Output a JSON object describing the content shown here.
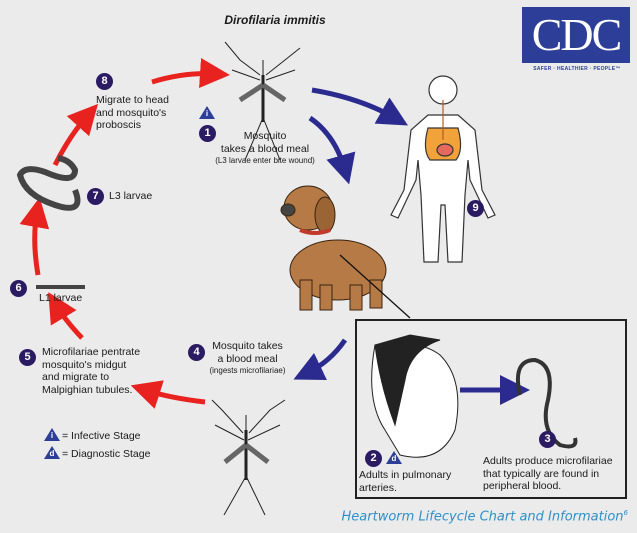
{
  "title": "Dirofilaria immitis",
  "logo": {
    "text": "CDC",
    "tagline": "SAFER · HEALTHIER · PEOPLE™"
  },
  "stages": [
    {
      "num": "1",
      "lines": [
        "Mosquito",
        "takes a blood meal"
      ],
      "note": "(L3 larvae enter bite wound)"
    },
    {
      "num": "2",
      "lines": [
        "Adults in pulmonary",
        "arteries."
      ]
    },
    {
      "num": "3",
      "lines": [
        "Adults produce microfilariae",
        "that typically are found in",
        "peripheral blood."
      ]
    },
    {
      "num": "4",
      "lines": [
        "Mosquito takes",
        "a blood meal"
      ],
      "note": "(ingests microfilariae)"
    },
    {
      "num": "5",
      "lines": [
        "Microfilariae pentrate",
        "mosquito's midgut",
        "and migrate to",
        "Malpighian tubules."
      ]
    },
    {
      "num": "6",
      "lines": [
        "L1 larvae"
      ]
    },
    {
      "num": "7",
      "lines": [
        "L3 larvae"
      ]
    },
    {
      "num": "8",
      "lines": [
        "Migrate to head",
        "and mosquito's",
        "proboscis"
      ]
    },
    {
      "num": "9",
      "lines": []
    }
  ],
  "legend": {
    "infective": {
      "symbol": "i",
      "label": "= Infective Stage"
    },
    "diagnostic": {
      "symbol": "d",
      "label": "= Diagnostic Stage"
    }
  },
  "caption": {
    "text": "Heartworm Lifecycle Chart and Information",
    "sup": "6"
  },
  "colors": {
    "red_arrow": "#e8231f",
    "blue_arrow": "#2b2b8f",
    "number_circle": "#2b1b63",
    "caption": "#2f8fc9"
  }
}
